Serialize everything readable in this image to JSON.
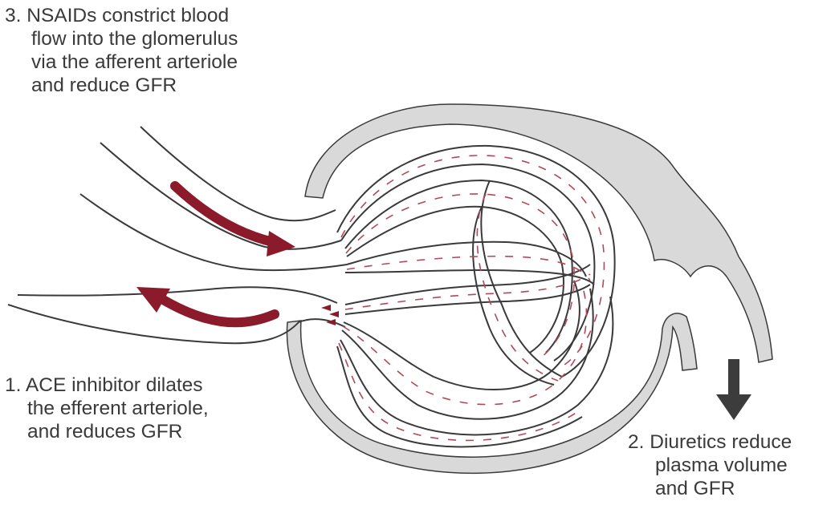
{
  "annotations": {
    "nsaids": {
      "number": "3.",
      "lines": [
        "NSAIDs constrict blood",
        "flow into the glomerulus",
        "via the afferent arteriole",
        "and reduce GFR"
      ]
    },
    "ace_inhibitor": {
      "number": "1.",
      "lines": [
        "ACE inhibitor dilates",
        "the efferent arteriole,",
        "and reduces GFR"
      ]
    },
    "diuretics": {
      "number": "2.",
      "lines": [
        "Diuretics reduce",
        "plasma volume",
        "and GFR"
      ]
    }
  },
  "colors": {
    "outline": "#3a3a3a",
    "capsule_fill": "#d9d9d9",
    "blood_flow_arrow": "#8b1a2b",
    "capillary_dash": "#b04a5a",
    "diuretic_arrow": "#3c3c3c",
    "text": "#3a3a3a"
  },
  "icons": {
    "afferent_flow": "curved-arrow-right-icon",
    "efferent_flow": "curved-arrow-left-icon",
    "diuretic_effect": "arrow-down-icon"
  }
}
